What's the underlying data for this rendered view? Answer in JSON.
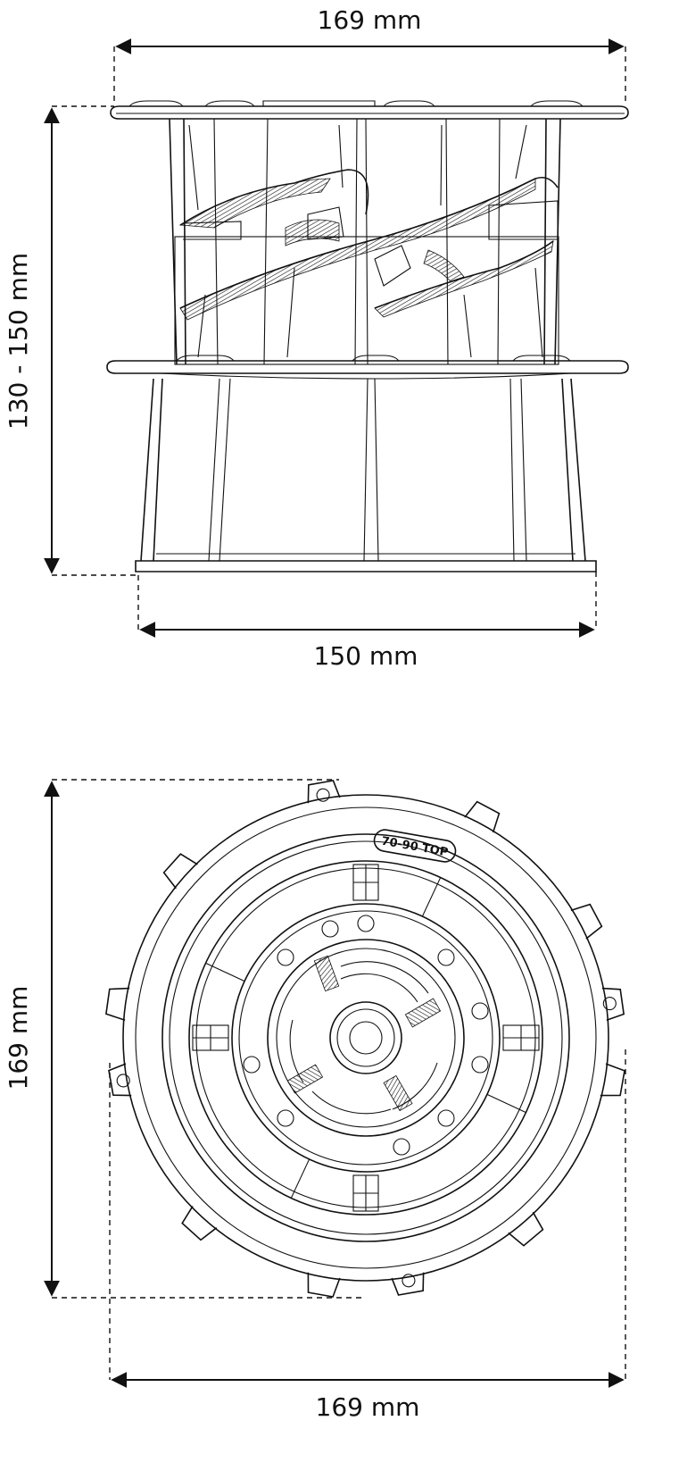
{
  "side_view": {
    "width_top_label": "169 mm",
    "height_label": "130 - 150 mm",
    "width_base_label": "150 mm"
  },
  "top_view": {
    "height_label": "169 mm",
    "width_label": "169 mm",
    "badge_label": "70-90 TOP"
  }
}
